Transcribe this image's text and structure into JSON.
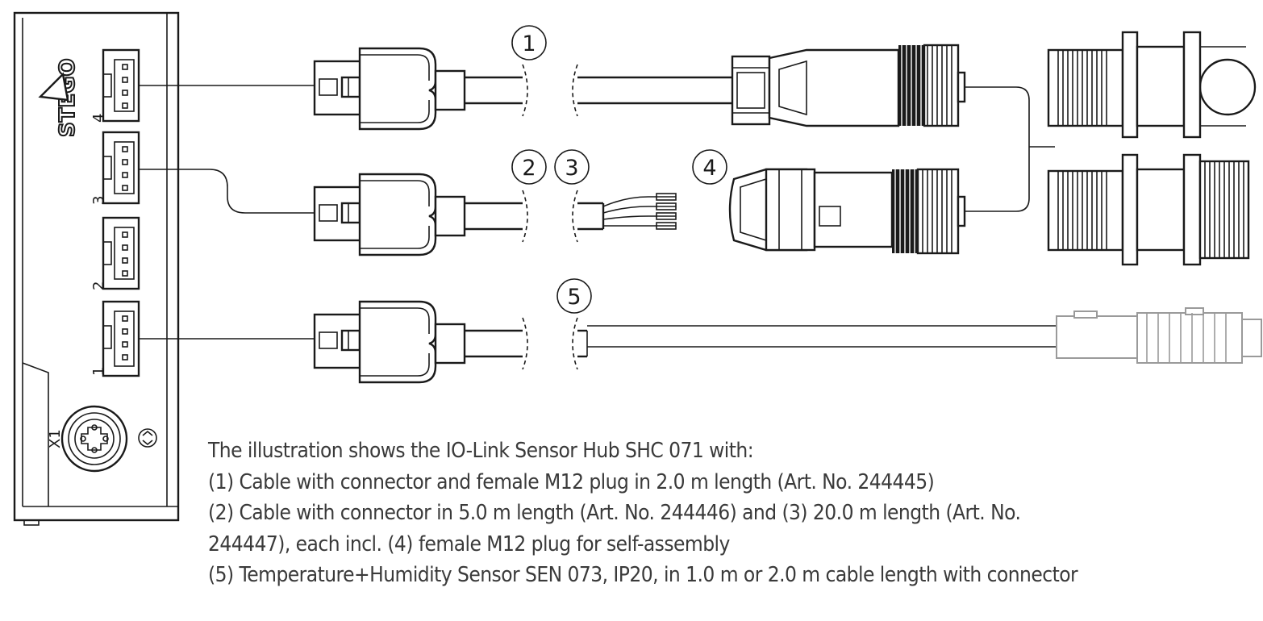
{
  "hub": {
    "brand": "STEGO",
    "port_labels": [
      "4",
      "3",
      "2",
      "1"
    ],
    "socket_label": "X1"
  },
  "callouts": [
    "1",
    "2",
    "3",
    "4",
    "5"
  ],
  "caption": {
    "lines": [
      "The illustration shows the IO-Link Sensor Hub SHC 071 with:",
      "(1) Cable with connector and female M12 plug in 2.0 m length (Art. No. 244445)",
      "(2) Cable with connector in 5.0 m length (Art. No. 244446) and (3) 20.0 m length (Art. No.",
      "244447), each incl. (4) female M12 plug for self-assembly",
      "(5) Temperature+Humidity Sensor SEN 073, IP20, in 1.0 m or 2.0 m cable length with connector"
    ]
  }
}
